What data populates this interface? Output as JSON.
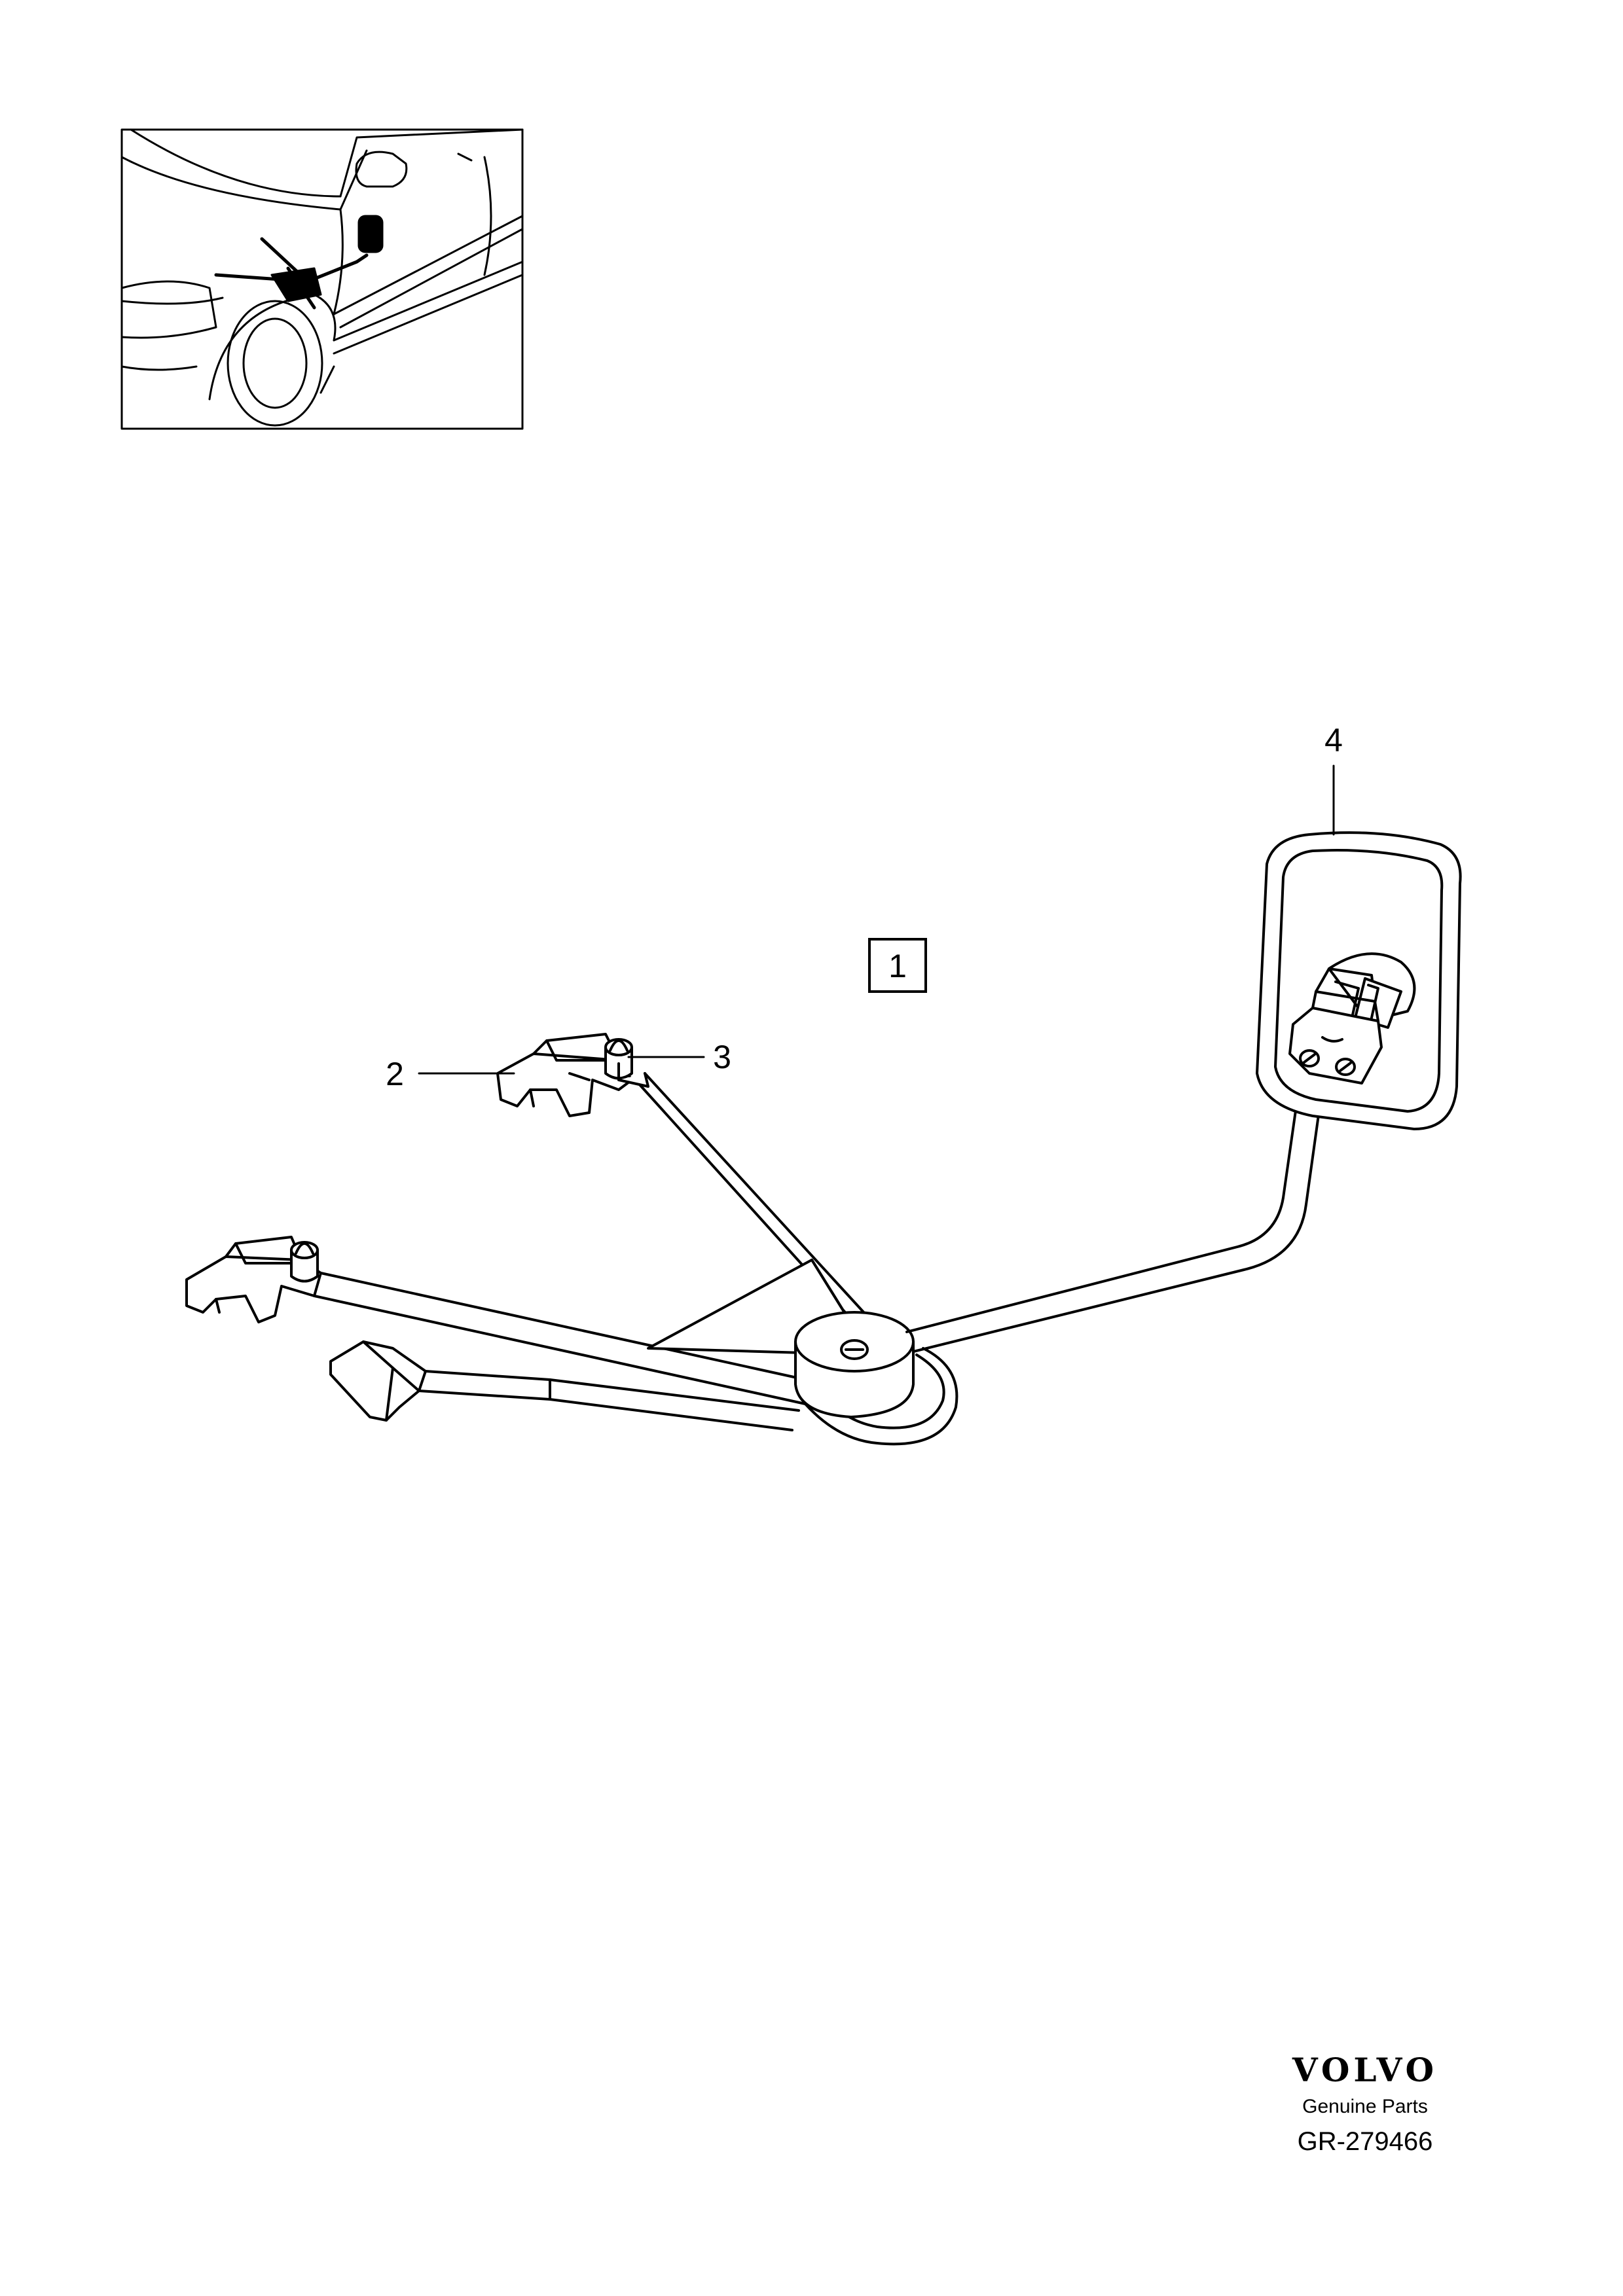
{
  "diagram": {
    "locator_view": "car-front-left-locator",
    "callouts": [
      {
        "id": "kit",
        "label": "1",
        "boxed": true
      },
      {
        "id": "bracket",
        "label": "2",
        "boxed": false
      },
      {
        "id": "nut",
        "label": "3",
        "boxed": false
      },
      {
        "id": "connector",
        "label": "4",
        "boxed": false
      }
    ]
  },
  "footer": {
    "brand": "VOLVO",
    "tagline": "Genuine Parts",
    "reference": "GR-279466"
  },
  "colors": {
    "line": "#000000",
    "background": "#ffffff"
  }
}
